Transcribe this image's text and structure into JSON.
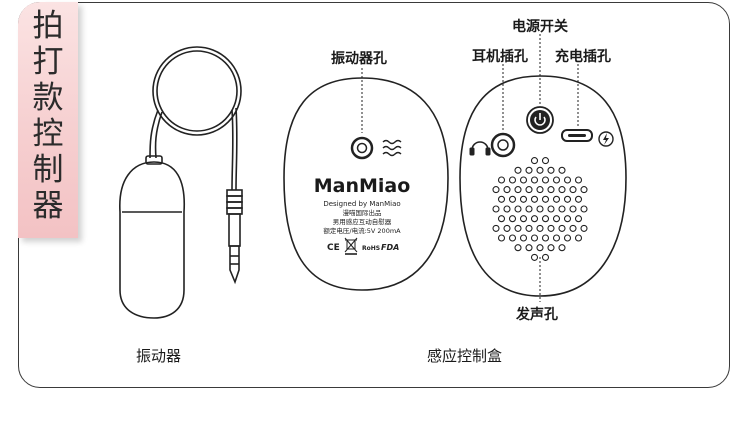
{
  "side_title": [
    "拍",
    "打",
    "款",
    "控",
    "制",
    "器"
  ],
  "labels": {
    "vibrator_hole": "振动器孔",
    "earphone_jack": "耳机插孔",
    "power_switch": "电源开关",
    "charge_port": "充电插孔",
    "sound_holes": "发声孔",
    "vibrator": "振动器",
    "sensor_box": "感应控制盒"
  },
  "device_print": {
    "brand": "ManMiao",
    "designed_by": "Designed by ManMiao",
    "line1": "漫喵国际出品",
    "line2": "男用感应互动自慰器",
    "rating": "额定电压/电流:5V 200mA",
    "certs": [
      "CE",
      "RoHS",
      "FDA"
    ]
  }
}
